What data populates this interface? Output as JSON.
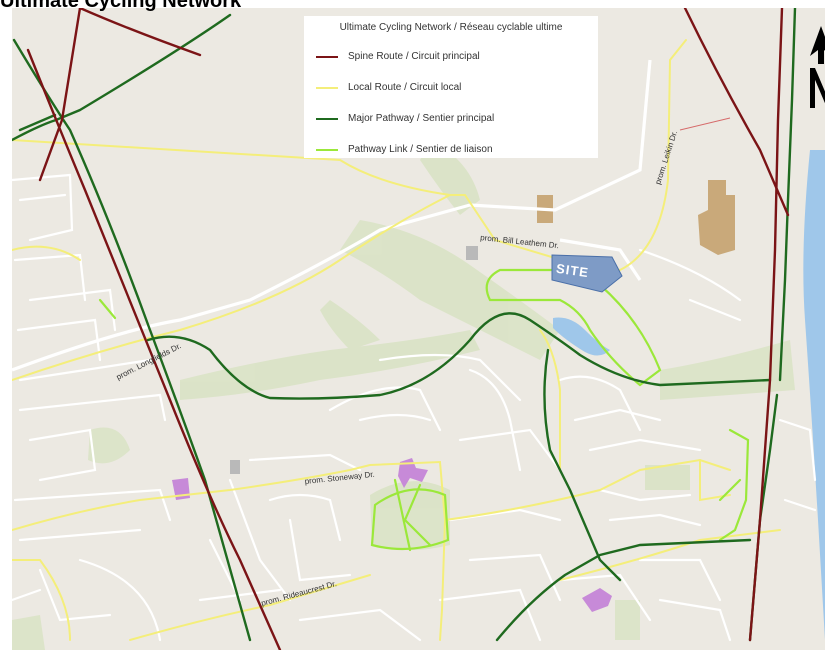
{
  "page": {
    "title": "Ultimate Cycling Network"
  },
  "legend": {
    "title": "Ultimate Cycling Network / Réseau cyclable ultime",
    "items": [
      {
        "label": "Spine Route / Circuit principal",
        "color": "#7b1416"
      },
      {
        "label": "Local Route / Circuit local",
        "color": "#f4ee7a"
      },
      {
        "label": "Major Pathway / Sentier principal",
        "color": "#1f6a1f"
      },
      {
        "label": "Pathway Link / Sentier de liaison",
        "color": "#9be83a"
      }
    ]
  },
  "map": {
    "site_label": "SITE",
    "colors": {
      "background": "#ece9e2",
      "park": "#d9e3c4",
      "water": "#9fc7ea",
      "site": "#7e9bc6",
      "building_tan": "#c9a97a",
      "building_purple": "#c78ad8"
    },
    "streets": [
      {
        "name": "prom. Bill Leathem Dr."
      },
      {
        "name": "prom. Leikin Dr."
      },
      {
        "name": "prom. Longfields Dr."
      },
      {
        "name": "prom. Stoneway Dr."
      },
      {
        "name": "prom. Rideaucrest Dr."
      }
    ]
  },
  "north_arrow": {
    "label": "N",
    "icon": "north-arrow-icon"
  }
}
